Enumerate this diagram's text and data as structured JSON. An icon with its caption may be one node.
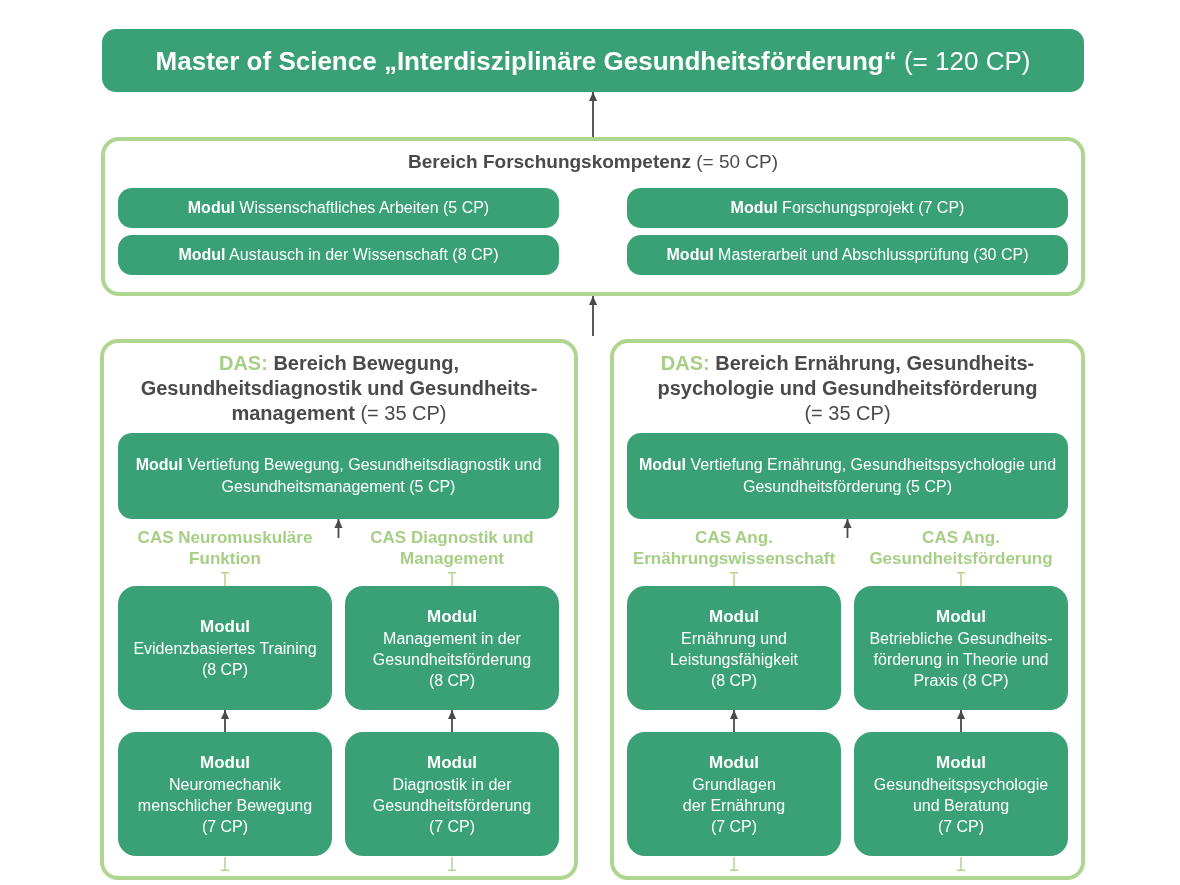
{
  "diagram": {
    "nodes": [
      {
        "text": [
          "**Master of Science „Interdisziplinäre Gesundheitsförderung“** (= 120 CP)"
        ]
      },
      {
        "text": [
          "**Bereich Forschungskompetenz** (= 50 CP)"
        ]
      },
      {
        "text": [
          "**Modul** Wissenschaftliches Arbeiten (5 CP)"
        ],
        "in": 1
      },
      {
        "text": [
          "**Modul** Forschungsprojekt (7 CP)"
        ],
        "in": 1
      },
      {
        "text": [
          "**Modul** Austausch in der Wissenschaft (8 CP)"
        ],
        "in": 1
      },
      {
        "text": [
          "**Modul** Masterarbeit und Abschlussprüfung (30 CP)"
        ],
        "in": 1
      },
      {
        "text": [
          "DAS:",
          "**Bereich Bewegung, Gesundheitsdiagnostik und Gesundheits-management** (= 35 CP)"
        ]
      },
      {
        "text": [
          "**Modul** Vertiefung Bewegung, Gesundheitsdiagnostik und Gesundheitsmanagement (5 CP)"
        ],
        "in": 6
      },
      {
        "text": [
          "Modul",
          "Evidenzbasiertes Training",
          "(8 CP)"
        ],
        "in": 6
      },
      {
        "text": [
          "Modul",
          "Management in der Gesundheitsförderung",
          "(8 CP)"
        ],
        "in": 6
      },
      {
        "text": [
          "Modul",
          "Neuromechanik menschlicher Bewegung",
          "(7 CP)"
        ],
        "in": 6
      },
      {
        "text": [
          "Modul",
          "Diagnostik in der Gesundheitsförderung",
          "(7 CP)"
        ],
        "in": 6
      },
      {
        "text": [
          "DAS:",
          "**Bereich Ernährung, Gesundheits-psychologie und Gesundheitsförderung** (= 35 CP)"
        ]
      },
      {
        "text": [
          "**Modul** Vertiefung Ernährung, Gesundheitspsychologie und Gesundheitsförderung (5 CP)"
        ],
        "in": 12
      },
      {
        "text": [
          "Modul",
          "Ernährung und Leistungsfähigkeit",
          "(8 CP)"
        ],
        "in": 12
      },
      {
        "text": [
          "Modul",
          "Betriebliche Gesundheits-förderung in Theorie und Praxis (8 CP)"
        ],
        "in": 12
      },
      {
        "text": [
          "Modul",
          "Grundlagen der Ernährung",
          "(7 CP)"
        ],
        "in": 12
      },
      {
        "text": [
          "Modul",
          "Gesundheitspsychologie und Beratung",
          "(7 CP)"
        ],
        "in": 12
      }
    ],
    "edges": [
      {
        "from": 1,
        "to": 0,
        "arrow": "to"
      },
      {
        "from": null,
        "to": 1,
        "arrow": "to"
      },
      {
        "from": null,
        "to": 7,
        "arrow": "to"
      },
      {
        "from": 10,
        "to": 8,
        "arrow": "to"
      },
      {
        "from": 11,
        "to": 9,
        "arrow": "to"
      },
      {
        "from": null,
        "to": 13,
        "arrow": "to"
      },
      {
        "from": 16,
        "to": 14,
        "arrow": "to"
      },
      {
        "from": 17,
        "to": 15,
        "arrow": "to"
      }
    ],
    "labels": [
      "CAS Neuromuskuläre Funktion",
      "CAS Diagnostik und Management",
      "CAS Ang. Ernährungswissenschaft",
      "CAS Ang. Gesundheitsförderung"
    ]
  }
}
